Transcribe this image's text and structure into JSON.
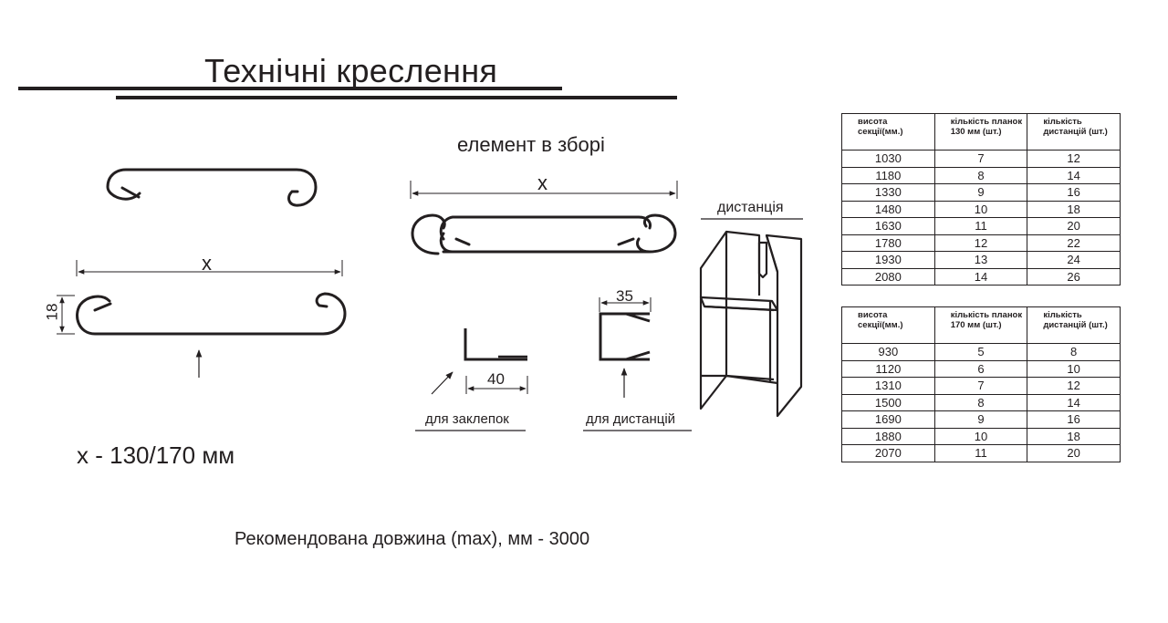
{
  "title": "Технічні креслення",
  "assembled_title": "елемент в зборі",
  "dimensions": {
    "x_top": "x",
    "x_left": "x",
    "height": "18",
    "rivet_width": "40",
    "spacer_width": "35"
  },
  "captions": {
    "spacer": "дистанція",
    "rivet_profile": "для заклепок",
    "spacer_profile": "для дистанцій"
  },
  "x_note": "x - 130/170 мм",
  "recommended_length": "Рекомендована довжина (max), мм - 3000",
  "table_130": {
    "headers": [
      "висота секції(мм.)",
      "кількість планок 130 мм (шт.)",
      "кількість дистанцій (шт.)"
    ],
    "rows": [
      [
        "1030",
        "7",
        "12"
      ],
      [
        "1180",
        "8",
        "14"
      ],
      [
        "1330",
        "9",
        "16"
      ],
      [
        "1480",
        "10",
        "18"
      ],
      [
        "1630",
        "11",
        "20"
      ],
      [
        "1780",
        "12",
        "22"
      ],
      [
        "1930",
        "13",
        "24"
      ],
      [
        "2080",
        "14",
        "26"
      ]
    ]
  },
  "table_170": {
    "headers": [
      "висота секції(мм.)",
      "кількість планок 170 мм (шт.)",
      "кількість дистанцій (шт.)"
    ],
    "rows": [
      [
        "930",
        "5",
        "8"
      ],
      [
        "1120",
        "6",
        "10"
      ],
      [
        "1310",
        "7",
        "12"
      ],
      [
        "1500",
        "8",
        "14"
      ],
      [
        "1690",
        "9",
        "16"
      ],
      [
        "1880",
        "10",
        "18"
      ],
      [
        "2070",
        "11",
        "20"
      ]
    ]
  },
  "colors": {
    "ink": "#231f20",
    "background": "#ffffff"
  }
}
